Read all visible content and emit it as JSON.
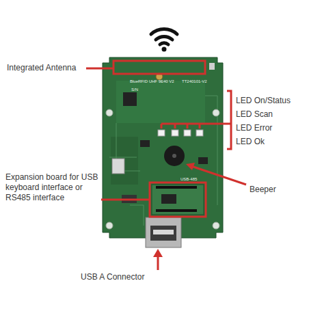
{
  "diagram": {
    "labels": [
      "Integrated Antenna",
      "LED On/Status",
      "LED Scan",
      "LED Error",
      "LED Ok",
      "Expansion board for USB keyboard interface or RS485 interface",
      "Beeper",
      "USB A Connector",
      "BlueRFID UHF 9E40 V2",
      "TT240101-V2",
      "S/N",
      "USB-485"
    ]
  }
}
